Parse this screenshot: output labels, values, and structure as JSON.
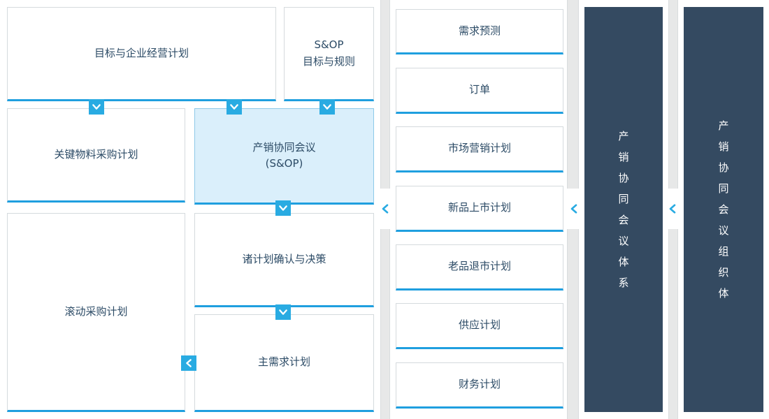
{
  "flow": {
    "goals": "目标与企业经营计划",
    "sop_rules": {
      "line1": "S&OP",
      "line2": "目标与规则"
    },
    "key_material": "关键物料采购计划",
    "sop_meeting": {
      "line1": "产销协同会议",
      "line2": "(S&OP)"
    },
    "rolling_purchase": "滚动采购计划",
    "plan_decision": "诸计划确认与决策",
    "master_demand": "主需求计划"
  },
  "inputs_list": {
    "items": [
      "需求预测",
      "订单",
      "市场营销计划",
      "新品上市计划",
      "老品退市计划",
      "供应计划",
      "财务计划"
    ]
  },
  "side_panels": {
    "system": "产销协同会议体系",
    "organization": "产销协同会议组织体"
  },
  "icons": {
    "flow_down": "chevron-down-icon",
    "flow_left": "chevron-left-icon",
    "panel_link": "chevron-left-icon"
  },
  "colors": {
    "accent_blue": "#29abe2",
    "box_underline": "#1f9fdf",
    "highlight_bg": "#daeffb",
    "dark_panel_bg": "#344a61",
    "text": "#2c4b66",
    "page_bg": "#e7e8e8"
  }
}
